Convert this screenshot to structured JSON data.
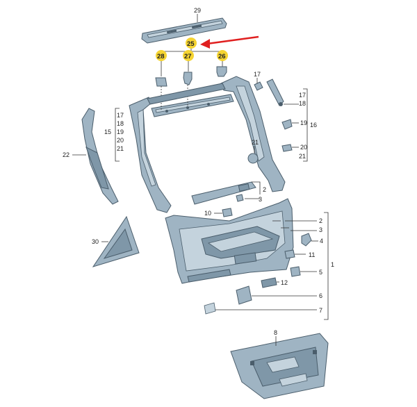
{
  "labels": {
    "l29": "29",
    "l25": "25",
    "l28": "28",
    "l27": "27",
    "l26": "26",
    "l17a": "17",
    "l17b": "17",
    "l18a": "18",
    "l19a": "19",
    "l16": "16",
    "l20a": "20",
    "l21a": "21",
    "l21b": "21",
    "l17c": "17",
    "l18b": "18",
    "l15": "15",
    "l19b": "19",
    "l20b": "20",
    "l21c": "21",
    "l22": "22",
    "l2a": "2",
    "l3a": "3",
    "l10": "10",
    "l2b": "2",
    "l3b": "3",
    "l4": "4",
    "l11": "11",
    "l1": "1",
    "l5": "5",
    "l12": "12",
    "l6": "6",
    "l30": "30",
    "l7": "7",
    "l8": "8"
  },
  "colors": {
    "highlight": "#f5d432",
    "arrow": "#e02020",
    "part_fill": "#9fb4c3",
    "part_stroke": "#4a5d6b"
  }
}
